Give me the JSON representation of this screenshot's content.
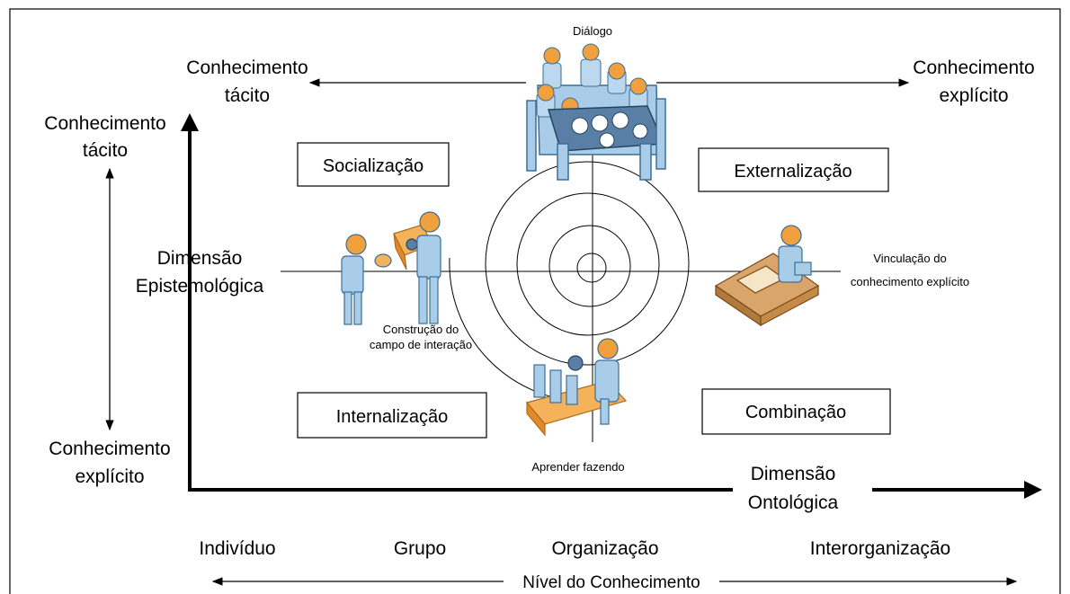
{
  "top_axis": {
    "left_label_line1": "Conhecimento",
    "left_label_line2": "tácito",
    "right_label_line1": "Conhecimento",
    "right_label_line2": "explícito",
    "center_caption": "Diálogo"
  },
  "left_axis": {
    "top_label_line1": "Conhecimento",
    "top_label_line2": "tácito",
    "bottom_label_line1": "Conhecimento",
    "bottom_label_line2": "explícito",
    "dimension_line1": "Dimensão",
    "dimension_line2": "Epistemológica"
  },
  "quadrants": {
    "socializacao": "Socialização",
    "externalizacao": "Externalização",
    "internalizacao": "Internalização",
    "combinacao": "Combinação"
  },
  "captions": {
    "construcao_line1": "Construção do",
    "construcao_line2": "campo de interação",
    "vinculacao_line1": "Vinculação do",
    "vinculacao_line2": "conhecimento explícito",
    "aprender": "Aprender fazendo"
  },
  "ontological_axis": {
    "dimension_line1": "Dimensão",
    "dimension_line2": "Ontológica"
  },
  "levels": {
    "items": [
      "Indivíduo",
      "Grupo",
      "Organização",
      "Interorganização"
    ],
    "axis_label": "Nível do Conhecimento"
  },
  "colors": {
    "figure_blue": "#a9cde8",
    "figure_dark": "#3c6e96",
    "head_orange": "#f0a03c",
    "box_orange": "#f4b25a",
    "desk_tan": "#d9a56a"
  }
}
